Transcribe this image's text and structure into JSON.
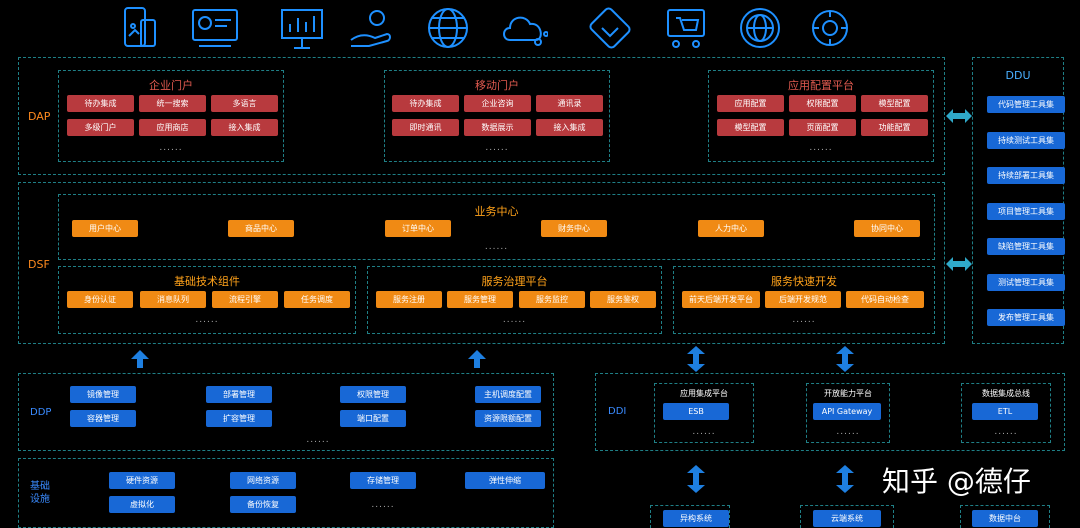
{
  "icons": [
    "mobile-app-icon",
    "monitor-dashboard-icon",
    "presentation-board-icon",
    "hand-service-icon",
    "globe-network-icon",
    "cloud-network-icon",
    "handshake-icon",
    "shopping-cart-icon",
    "globe-icon",
    "brain-gear-icon"
  ],
  "dap": {
    "label": "DAP",
    "groups": [
      {
        "title": "企业门户",
        "items": [
          "待办集成",
          "统一搜索",
          "多语言",
          "多级门户",
          "应用商店",
          "接入集成"
        ],
        "dots": "......"
      },
      {
        "title": "移动门户",
        "items": [
          "待办集成",
          "企业咨询",
          "通讯录",
          "即时通讯",
          "数据展示",
          "接入集成"
        ],
        "dots": "......"
      },
      {
        "title": "应用配置平台",
        "items": [
          "应用配置",
          "权限配置",
          "模型配置",
          "模型配置",
          "页面配置",
          "功能配置"
        ],
        "dots": "......"
      }
    ]
  },
  "dsf": {
    "label": "DSF",
    "business": {
      "title": "业务中心",
      "items": [
        "用户中心",
        "商品中心",
        "订单中心",
        "财务中心",
        "人力中心",
        "协同中心"
      ],
      "dots": "......"
    },
    "groups": [
      {
        "title": "基础技术组件",
        "items": [
          "身份认证",
          "消息队列",
          "流程引擎",
          "任务调度"
        ],
        "dots": "......"
      },
      {
        "title": "服务治理平台",
        "items": [
          "服务注册",
          "服务管理",
          "服务监控",
          "服务鉴权"
        ],
        "dots": "......"
      },
      {
        "title": "服务快速开发",
        "items": [
          "前天后端开发平台",
          "后端开发规范",
          "代码自动检查"
        ],
        "dots": "......"
      }
    ]
  },
  "ddu": {
    "label": "DDU",
    "items": [
      "代码管理工具集",
      "持续测试工具集",
      "持续部署工具集",
      "项目管理工具集",
      "缺陷管理工具集",
      "测试管理工具集",
      "发布管理工具集"
    ]
  },
  "ddp": {
    "label": "DDP",
    "items": [
      "镜像管理",
      "部署管理",
      "权限管理",
      "主机调度配置",
      "容器管理",
      "扩容管理",
      "端口配置",
      "资源限额配置"
    ],
    "dots": "......"
  },
  "ddi": {
    "label": "DDI",
    "groups": [
      {
        "title": "应用集成平台",
        "item": "ESB",
        "dots": "......"
      },
      {
        "title": "开放能力平台",
        "item": "API Gateway",
        "dots": "......"
      },
      {
        "title": "数据集成总线",
        "item": "ETL",
        "dots": "......"
      }
    ]
  },
  "infra": {
    "label": "基础\n设施",
    "items": [
      "硬件资源",
      "网络资源",
      "存储管理",
      "弹性伸缩",
      "虚拟化",
      "备份恢复"
    ],
    "dots": "......"
  },
  "bottom": {
    "items": [
      "异构系统",
      "云端系统",
      "数据中台"
    ]
  },
  "watermark": "知乎 @德仔",
  "colors": {
    "red": "#b83a3e",
    "orange": "#f08a14",
    "blue": "#1868d6",
    "border": "#1f7f86",
    "accent": "#2fa9c9"
  }
}
